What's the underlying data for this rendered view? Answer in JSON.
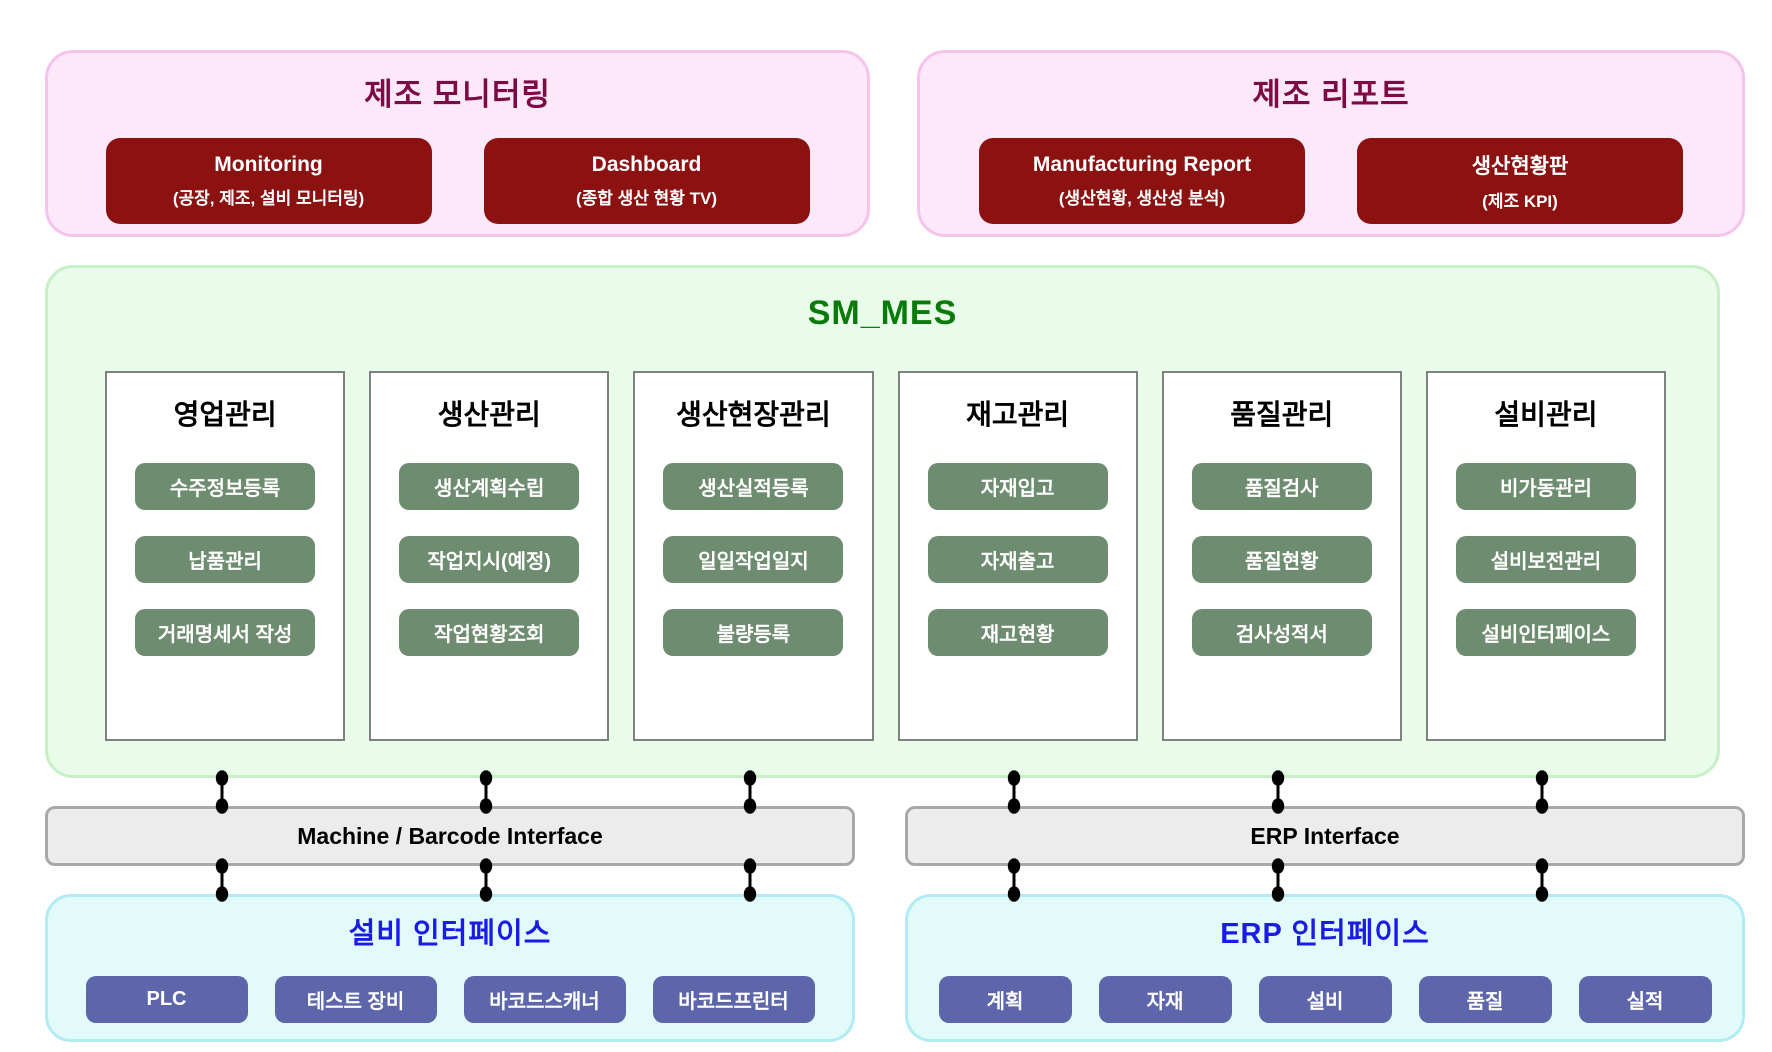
{
  "top_panels": [
    {
      "title": "제조 모니터링",
      "buttons": [
        {
          "title": "Monitoring",
          "subtitle": "(공장, 제조, 설비 모니터링)"
        },
        {
          "title": "Dashboard",
          "subtitle": "(종합 생산 현황 TV)"
        }
      ]
    },
    {
      "title": "제조 리포트",
      "buttons": [
        {
          "title": "Manufacturing Report",
          "subtitle": "(생산현황, 생산성 분석)"
        },
        {
          "title": "생산현황판",
          "subtitle": "(제조 KPI)"
        }
      ]
    }
  ],
  "mes": {
    "title": "SM_MES",
    "modules": [
      {
        "title": "영업관리",
        "items": [
          "수주정보등록",
          "납품관리",
          "거래명세서 작성"
        ]
      },
      {
        "title": "생산관리",
        "items": [
          "생산계획수립",
          "작업지시(예정)",
          "작업현황조회"
        ]
      },
      {
        "title": "생산현장관리",
        "items": [
          "생산실적등록",
          "일일작업일지",
          "불량등록"
        ]
      },
      {
        "title": "재고관리",
        "items": [
          "자재입고",
          "자재출고",
          "재고현황"
        ]
      },
      {
        "title": "품질관리",
        "items": [
          "품질검사",
          "품질현황",
          "검사성적서"
        ]
      },
      {
        "title": "설비관리",
        "items": [
          "비가동관리",
          "설비보전관리",
          "설비인터페이스"
        ]
      }
    ]
  },
  "interface_bars": [
    {
      "label": "Machine / Barcode Interface"
    },
    {
      "label": "ERP Interface"
    }
  ],
  "bottom_panels": [
    {
      "title": "설비 인터페이스",
      "buttons": [
        "PLC",
        "테스트 장비",
        "바코드스캐너",
        "바코드프린터"
      ]
    },
    {
      "title": "ERP 인터페이스",
      "buttons": [
        "계획",
        "자재",
        "설비",
        "품질",
        "실적"
      ]
    }
  ],
  "colors": {
    "pink_panel_bg": "#fce8f8",
    "pink_panel_border": "#f5c4ec",
    "maroon_title": "#7d0a45",
    "red_button_bg": "#8c1211",
    "green_panel_bg": "#e9fce9",
    "green_panel_border": "#c7f0c7",
    "mes_title_green": "#0a7a0a",
    "module_border": "#808080",
    "sage_button_bg": "#6e8c70",
    "bar_bg": "#ececec",
    "bar_border": "#a8a8a8",
    "cyan_panel_bg": "#e2fbfa",
    "cyan_panel_border": "#b2ebf2",
    "blue_title": "#1b1be6",
    "slate_button_bg": "#5d66aa"
  }
}
